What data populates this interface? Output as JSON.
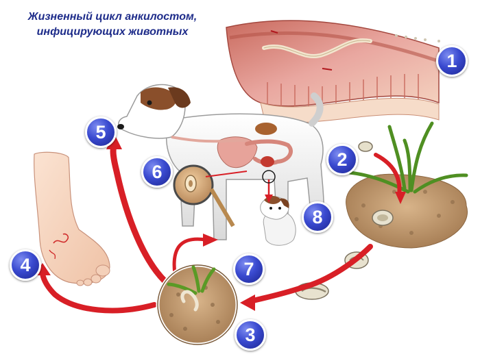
{
  "title": {
    "line1": "Жизненный цикл анкилостом,",
    "line2": "инфицирующих животных"
  },
  "stage_markers": [
    "1",
    "2",
    "3",
    "4",
    "5",
    "6",
    "7",
    "8"
  ],
  "colors": {
    "title": "#1e2c8a",
    "marker": "#2f3fc4",
    "arrow": "#d81f26",
    "intestine": "#e9a7a0",
    "soil": "#c9a27a",
    "grass": "#5fa02c"
  }
}
